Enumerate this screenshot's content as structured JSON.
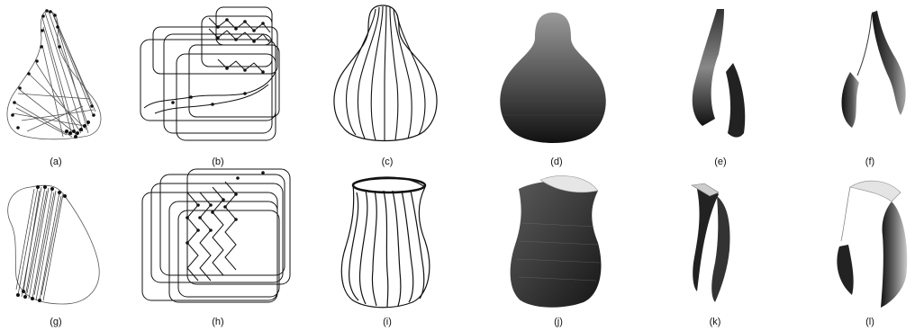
{
  "figure": {
    "panels": [
      {
        "caption": "(a)",
        "content": "gourd-wire-graph"
      },
      {
        "caption": "(b)",
        "content": "gourd-routing-diagram"
      },
      {
        "caption": "(c)",
        "content": "gourd-line-drawing"
      },
      {
        "caption": "(d)",
        "content": "gourd-shaded-surface"
      },
      {
        "caption": "(e)",
        "content": "gourd-strip-1"
      },
      {
        "caption": "(f)",
        "content": "gourd-strip-2"
      },
      {
        "caption": "(g)",
        "content": "vase-wire-graph"
      },
      {
        "caption": "(h)",
        "content": "vase-routing-diagram"
      },
      {
        "caption": "(i)",
        "content": "vase-line-drawing"
      },
      {
        "caption": "(j)",
        "content": "vase-shaded-surface"
      },
      {
        "caption": "(k)",
        "content": "vase-strip-1"
      },
      {
        "caption": "(l)",
        "content": "vase-strip-2"
      }
    ],
    "colors": {
      "ink": "#111111",
      "wire": "#555555",
      "dark": "#1a1a1a",
      "mid": "#777777",
      "light": "#d8d8d8"
    }
  }
}
